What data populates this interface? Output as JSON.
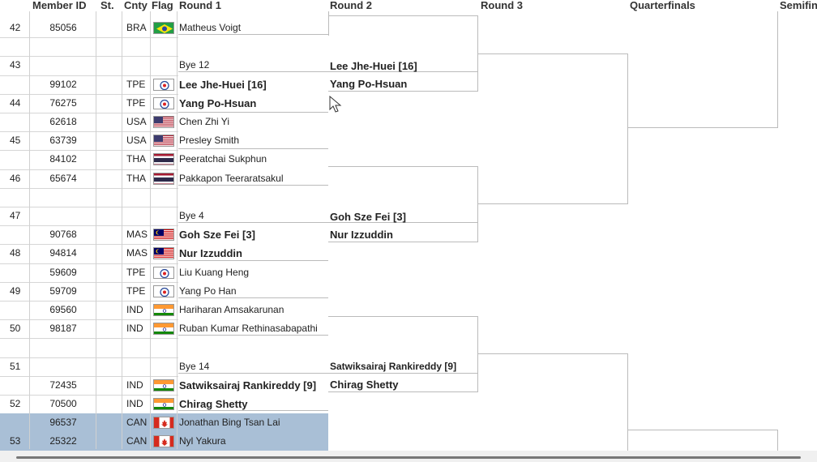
{
  "columns": {
    "member_id": "Member ID",
    "st": "St.",
    "cnty": "Cnty",
    "flag": "Flag",
    "round1": "Round 1",
    "round2": "Round 2",
    "round3": "Round 3",
    "quarterfinals": "Quarterfinals",
    "semifinals": "Semifin"
  },
  "draws": [
    "42",
    "43",
    "44",
    "45",
    "46",
    "47",
    "48",
    "49",
    "50",
    "51",
    "52",
    "53"
  ],
  "rows": [
    {
      "member_id": "85056",
      "cnty": "BRA",
      "flag": "brazil",
      "name": "Matheus Voigt",
      "bold": false
    },
    {
      "member_id": "",
      "cnty": "",
      "flag": "",
      "name": "",
      "bold": false
    },
    {
      "member_id": "",
      "cnty": "",
      "flag": "",
      "name": "Bye 12",
      "bold": false
    },
    {
      "member_id": "99102",
      "cnty": "TPE",
      "flag": "tpe",
      "name": "Lee Jhe-Huei [16]",
      "bold": true
    },
    {
      "member_id": "76275",
      "cnty": "TPE",
      "flag": "tpe",
      "name": "Yang Po-Hsuan",
      "bold": true
    },
    {
      "member_id": "62618",
      "cnty": "USA",
      "flag": "usa",
      "name": "Chen Zhi Yi",
      "bold": false
    },
    {
      "member_id": "63739",
      "cnty": "USA",
      "flag": "usa",
      "name": "Presley Smith",
      "bold": false
    },
    {
      "member_id": "84102",
      "cnty": "THA",
      "flag": "thailand",
      "name": "Peeratchai Sukphun",
      "bold": false
    },
    {
      "member_id": "65674",
      "cnty": "THA",
      "flag": "thailand",
      "name": "Pakkapon Teeraratsakul",
      "bold": false
    },
    {
      "member_id": "",
      "cnty": "",
      "flag": "",
      "name": "",
      "bold": false
    },
    {
      "member_id": "",
      "cnty": "",
      "flag": "",
      "name": "Bye 4",
      "bold": false
    },
    {
      "member_id": "90768",
      "cnty": "MAS",
      "flag": "malaysia",
      "name": "Goh Sze Fei [3]",
      "bold": true
    },
    {
      "member_id": "94814",
      "cnty": "MAS",
      "flag": "malaysia",
      "name": "Nur Izzuddin",
      "bold": true
    },
    {
      "member_id": "59609",
      "cnty": "TPE",
      "flag": "tpe",
      "name": "Liu Kuang Heng",
      "bold": false
    },
    {
      "member_id": "59709",
      "cnty": "TPE",
      "flag": "tpe",
      "name": "Yang Po Han",
      "bold": false
    },
    {
      "member_id": "69560",
      "cnty": "IND",
      "flag": "india",
      "name": "Hariharan Amsakarunan",
      "bold": false
    },
    {
      "member_id": "98187",
      "cnty": "IND",
      "flag": "india",
      "name": "Ruban Kumar Rethinasabapathi",
      "bold": false
    },
    {
      "member_id": "",
      "cnty": "",
      "flag": "",
      "name": "",
      "bold": false
    },
    {
      "member_id": "",
      "cnty": "",
      "flag": "",
      "name": "Bye 14",
      "bold": false
    },
    {
      "member_id": "72435",
      "cnty": "IND",
      "flag": "india",
      "name": "Satwiksairaj Rankireddy [9]",
      "bold": true
    },
    {
      "member_id": "70500",
      "cnty": "IND",
      "flag": "india",
      "name": "Chirag Shetty",
      "bold": true
    },
    {
      "member_id": "96537",
      "cnty": "CAN",
      "flag": "canada",
      "name": "Jonathan Bing Tsan Lai",
      "bold": false
    },
    {
      "member_id": "25322",
      "cnty": "CAN",
      "flag": "canada",
      "name": "Nyl Yakura",
      "bold": false
    }
  ],
  "round2": [
    {
      "line1": "Lee Jhe-Huei [16]",
      "line2": "Yang Po-Hsuan"
    },
    {
      "line1": "Goh Sze Fei [3]",
      "line2": "Nur Izzuddin"
    },
    {
      "line1": "Satwiksairaj Rankireddy [9]",
      "line2": "Chirag Shetty"
    }
  ],
  "colors": {
    "selected_row": "#a9bfd6",
    "grid": "#d0d0d0",
    "bracket": "#bbbbbb"
  }
}
